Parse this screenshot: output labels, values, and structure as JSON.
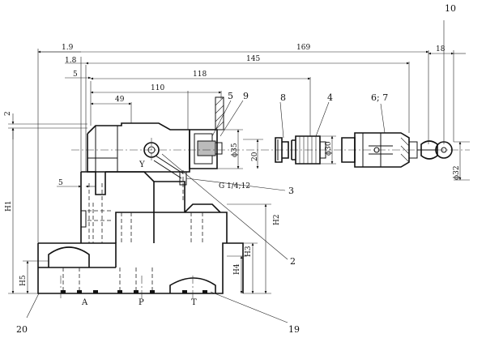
{
  "drawing": {
    "dimensions": {
      "d169": "169",
      "d145": "145",
      "d118": "118",
      "d110": "110",
      "d49": "49",
      "d19": "1.9",
      "d18a": "1.8",
      "d5top": "5",
      "d2": "2",
      "d5left": "5",
      "d18b": "18",
      "d20": "20",
      "phi35": "ϕ35",
      "phi30": "ϕ30",
      "phi32": "ϕ32",
      "h1": "H1",
      "h2": "H2",
      "h3": "H3",
      "h4": "H4",
      "h5": "H5"
    },
    "balloons": {
      "b10": "10",
      "b5": "5",
      "b9": "9",
      "b8": "8",
      "b4": "4",
      "b67": "6; 7",
      "b3": "3",
      "b2": "2",
      "b19": "19",
      "b20": "20"
    },
    "ports": {
      "a": "A",
      "p": "P",
      "t": "T",
      "y": "Y"
    },
    "thread_label": "G 1/4;12"
  }
}
